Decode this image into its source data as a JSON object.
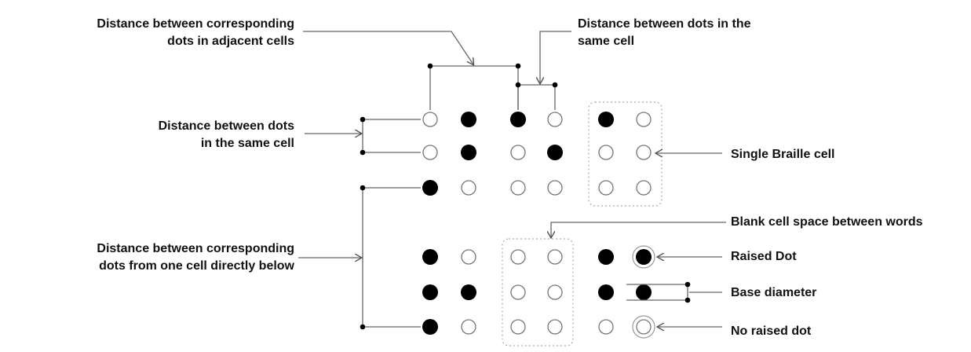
{
  "labels": {
    "adjacent_cells": [
      "Distance between corresponding",
      "dots in adjacent cells"
    ],
    "same_cell_top": [
      "Distance between dots in the",
      "same cell"
    ],
    "same_cell_left": [
      "Distance between dots",
      "in the same cell"
    ],
    "single_cell": "Single Braille cell",
    "blank_cell": "Blank cell space between words",
    "cell_below": [
      "Distance between corresponding",
      "dots from one cell directly below"
    ],
    "raised_dot": "Raised Dot",
    "base_diameter": "Base diameter",
    "no_raised_dot": "No raised dot"
  },
  "braille": {
    "top_row_cells": [
      [
        [
          0,
          1
        ],
        [
          0,
          1
        ],
        [
          1,
          0
        ]
      ],
      [
        [
          1,
          0
        ],
        [
          0,
          1
        ],
        [
          0,
          0
        ]
      ],
      [
        [
          1,
          0
        ],
        [
          0,
          0
        ],
        [
          0,
          0
        ]
      ]
    ],
    "bottom_row_cells": [
      [
        [
          1,
          0
        ],
        [
          1,
          1
        ],
        [
          1,
          0
        ]
      ],
      [
        [
          0,
          0
        ],
        [
          0,
          0
        ],
        [
          0,
          0
        ]
      ],
      [
        [
          1,
          1
        ],
        [
          1,
          1
        ],
        [
          0,
          0
        ]
      ]
    ]
  },
  "colors": {
    "raised": "#000000",
    "unraised_stroke": "#777777",
    "leader": "#666666",
    "frame": "#aaaaaa"
  }
}
